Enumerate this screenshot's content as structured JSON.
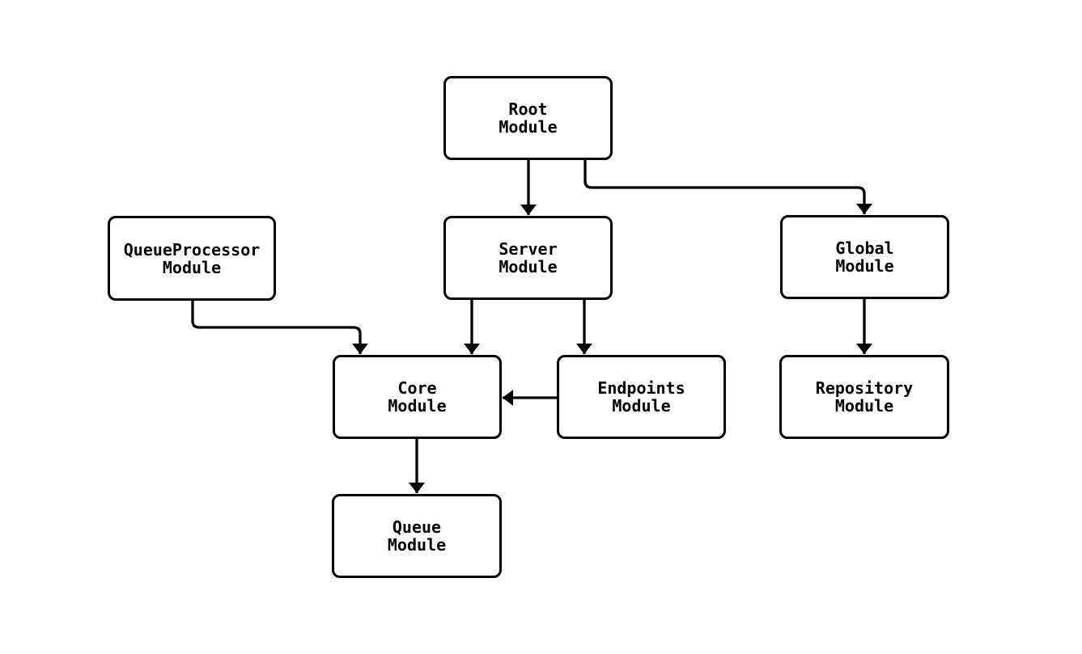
{
  "diagram": {
    "background_color": "#ffffff",
    "stroke_color": "#000000",
    "node_fill_color": "#ffffff",
    "nodes": {
      "root": {
        "label": "Root\nModule"
      },
      "queue_processor": {
        "label": "QueueProcessor\nModule"
      },
      "server": {
        "label": "Server\nModule"
      },
      "global": {
        "label": "Global\nModule"
      },
      "core": {
        "label": "Core\nModule"
      },
      "endpoints": {
        "label": "Endpoints\nModule"
      },
      "repository": {
        "label": "Repository\nModule"
      },
      "queue": {
        "label": "Queue\nModule"
      }
    },
    "edges": [
      {
        "from": "Root Module",
        "to": "Server Module"
      },
      {
        "from": "Root Module",
        "to": "Global Module"
      },
      {
        "from": "QueueProcessor Module",
        "to": "Core Module"
      },
      {
        "from": "Server Module",
        "to": "Core Module"
      },
      {
        "from": "Server Module",
        "to": "Endpoints Module"
      },
      {
        "from": "Endpoints Module",
        "to": "Core Module"
      },
      {
        "from": "Global Module",
        "to": "Repository Module"
      },
      {
        "from": "Core Module",
        "to": "Queue Module"
      }
    ]
  }
}
